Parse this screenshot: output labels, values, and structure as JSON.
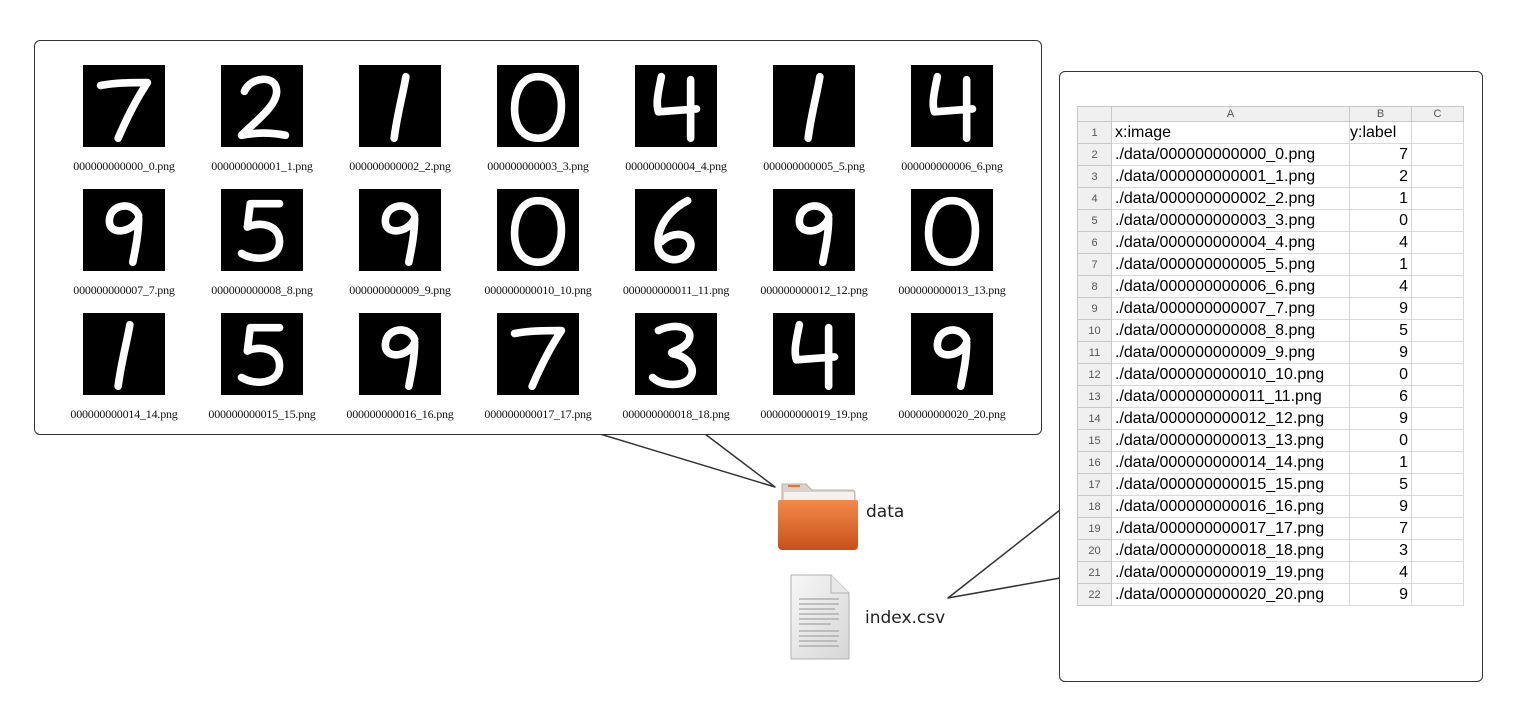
{
  "gallery": {
    "images": [
      {
        "filename": "000000000000_0.png",
        "digit": 7
      },
      {
        "filename": "000000000001_1.png",
        "digit": 2
      },
      {
        "filename": "000000000002_2.png",
        "digit": 1
      },
      {
        "filename": "000000000003_3.png",
        "digit": 0
      },
      {
        "filename": "000000000004_4.png",
        "digit": 4
      },
      {
        "filename": "000000000005_5.png",
        "digit": 1
      },
      {
        "filename": "000000000006_6.png",
        "digit": 4
      },
      {
        "filename": "000000000007_7.png",
        "digit": 9
      },
      {
        "filename": "000000000008_8.png",
        "digit": 5
      },
      {
        "filename": "000000000009_9.png",
        "digit": 9
      },
      {
        "filename": "000000000010_10.png",
        "digit": 0
      },
      {
        "filename": "000000000011_11.png",
        "digit": 6
      },
      {
        "filename": "000000000012_12.png",
        "digit": 9
      },
      {
        "filename": "000000000013_13.png",
        "digit": 0
      },
      {
        "filename": "000000000014_14.png",
        "digit": 1
      },
      {
        "filename": "000000000015_15.png",
        "digit": 5
      },
      {
        "filename": "000000000016_16.png",
        "digit": 9
      },
      {
        "filename": "000000000017_17.png",
        "digit": 7
      },
      {
        "filename": "000000000018_18.png",
        "digit": 3
      },
      {
        "filename": "000000000019_19.png",
        "digit": 4
      },
      {
        "filename": "000000000020_20.png",
        "digit": 9
      }
    ]
  },
  "folder": {
    "label": "data",
    "icon": "folder-icon",
    "color": "#e8732a"
  },
  "file": {
    "label": "index.csv",
    "icon": "text-file-icon"
  },
  "spreadsheet": {
    "columns": [
      "A",
      "B",
      "C"
    ],
    "header": {
      "row": "1",
      "a": "x:image",
      "b": "y:label"
    },
    "rows": [
      {
        "row": "2",
        "a": "./data/000000000000_0.png",
        "b": "7"
      },
      {
        "row": "3",
        "a": "./data/000000000001_1.png",
        "b": "2"
      },
      {
        "row": "4",
        "a": "./data/000000000002_2.png",
        "b": "1"
      },
      {
        "row": "5",
        "a": "./data/000000000003_3.png",
        "b": "0"
      },
      {
        "row": "6",
        "a": "./data/000000000004_4.png",
        "b": "4"
      },
      {
        "row": "7",
        "a": "./data/000000000005_5.png",
        "b": "1"
      },
      {
        "row": "8",
        "a": "./data/000000000006_6.png",
        "b": "4"
      },
      {
        "row": "9",
        "a": "./data/000000000007_7.png",
        "b": "9"
      },
      {
        "row": "10",
        "a": "./data/000000000008_8.png",
        "b": "5"
      },
      {
        "row": "11",
        "a": "./data/000000000009_9.png",
        "b": "9"
      },
      {
        "row": "12",
        "a": "./data/000000000010_10.png",
        "b": "0"
      },
      {
        "row": "13",
        "a": "./data/000000000011_11.png",
        "b": "6"
      },
      {
        "row": "14",
        "a": "./data/000000000012_12.png",
        "b": "9"
      },
      {
        "row": "15",
        "a": "./data/000000000013_13.png",
        "b": "0"
      },
      {
        "row": "16",
        "a": "./data/000000000014_14.png",
        "b": "1"
      },
      {
        "row": "17",
        "a": "./data/000000000015_15.png",
        "b": "5"
      },
      {
        "row": "18",
        "a": "./data/000000000016_16.png",
        "b": "9"
      },
      {
        "row": "19",
        "a": "./data/000000000017_17.png",
        "b": "7"
      },
      {
        "row": "20",
        "a": "./data/000000000018_18.png",
        "b": "3"
      },
      {
        "row": "21",
        "a": "./data/000000000019_19.png",
        "b": "4"
      },
      {
        "row": "22",
        "a": "./data/000000000020_20.png",
        "b": "9"
      }
    ]
  }
}
